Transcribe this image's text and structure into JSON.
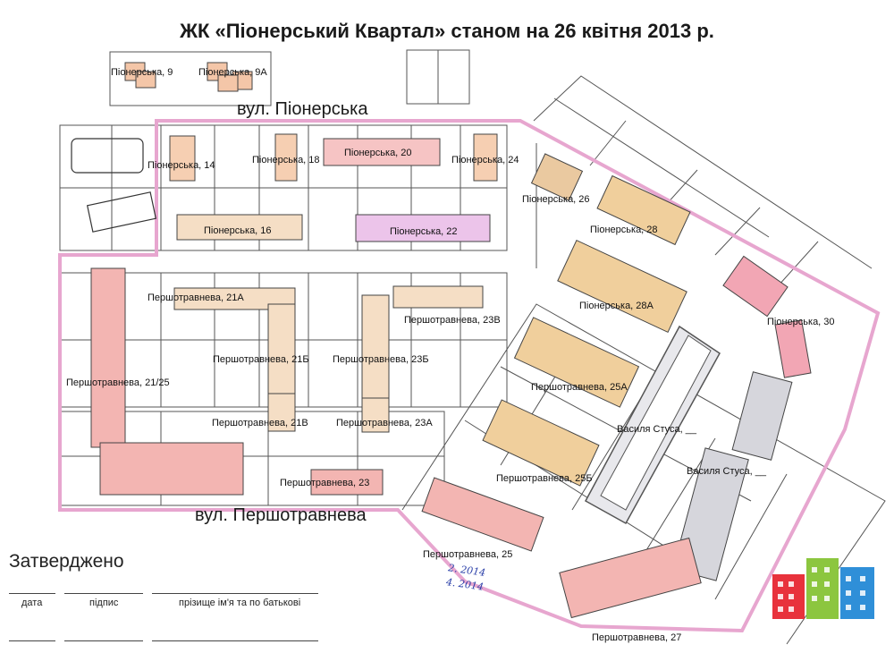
{
  "title": "ЖК «Піонерський Квартал» станом на 26 квітня 2013 р.",
  "streets": {
    "pionerska": "вул. Піонерська",
    "pershotravneva": "вул. Першотравнева"
  },
  "buildings": [
    {
      "id": "p9",
      "label": "Піонерська, 9",
      "color": "#f4c6a8"
    },
    {
      "id": "p9a",
      "label": "Піонерська, 9А",
      "color": "#f4c6a8"
    },
    {
      "id": "p14",
      "label": "Піонерська, 14",
      "color": "#f6cfb2"
    },
    {
      "id": "p18",
      "label": "Піонерська, 18",
      "color": "#f6cfb2"
    },
    {
      "id": "p20",
      "label": "Піонерська, 20",
      "color": "#f6c4c4"
    },
    {
      "id": "p24",
      "label": "Піонерська, 24",
      "color": "#f6cfb2"
    },
    {
      "id": "p16",
      "label": "Піонерська, 16",
      "color": "#f5dec5"
    },
    {
      "id": "p22",
      "label": "Піонерська, 22",
      "color": "#ecc4ea"
    },
    {
      "id": "p26",
      "label": "Піонерська, 26",
      "color": "#eac9a0"
    },
    {
      "id": "p28",
      "label": "Піонерська, 28",
      "color": "#f0cf9c"
    },
    {
      "id": "p28a",
      "label": "Піонерська, 28А",
      "color": "#f0cf9c"
    },
    {
      "id": "p30",
      "label": "Піонерська, 30",
      "color": "#f2a6b4"
    },
    {
      "id": "pr21a",
      "label": "Першотравнева, 21А",
      "color": "#f5dec5"
    },
    {
      "id": "pr21b",
      "label": "Першотравнева, 21Б",
      "color": "#f5dec5"
    },
    {
      "id": "pr21v",
      "label": "Першотравнева, 21В",
      "color": "#f5dec5"
    },
    {
      "id": "pr23v",
      "label": "Першотравнева, 23В",
      "color": "#f5dec5"
    },
    {
      "id": "pr23b",
      "label": "Першотравнева, 23Б",
      "color": "#f5dec5"
    },
    {
      "id": "pr23a",
      "label": "Першотравнева, 23А",
      "color": "#f5dec5"
    },
    {
      "id": "pr2125",
      "label": "Першотравнева, 21/25",
      "color": "#f3b5b2"
    },
    {
      "id": "pr23",
      "label": "Першотравнева, 23",
      "color": "#f3b5b2"
    },
    {
      "id": "pr25",
      "label": "Першотравнева, 25",
      "color": "#f3b5b2"
    },
    {
      "id": "pr25a",
      "label": "Першотравнева, 25А",
      "color": "#f0cf9c"
    },
    {
      "id": "pr25b",
      "label": "Першотравнева, 25Б",
      "color": "#f0cf9c"
    },
    {
      "id": "vs1",
      "label": "Василя Стуса, __",
      "color": "#d6d6dc"
    },
    {
      "id": "vs2",
      "label": "Василя Стуса, __",
      "color": "#d6d6dc"
    },
    {
      "id": "pr27",
      "label": "Першотравнева, 27",
      "color": "#f3b5b2"
    }
  ],
  "footer": {
    "approved": "Затверджено",
    "date_label": "дата",
    "signature_label": "підпис",
    "name_label": "прізище ім'я та по батькові",
    "hand_note_1": "2. 2014",
    "hand_note_2": "4. 2014"
  },
  "colors": {
    "boundary": "#e7a6cf",
    "lot_lines": "#555555",
    "logo_red": "#e8323c",
    "logo_green": "#8cc63f",
    "logo_blue": "#2f8fd8"
  }
}
